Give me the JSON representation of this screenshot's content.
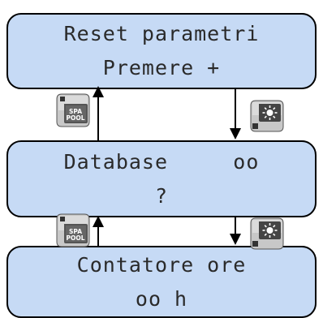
{
  "screens": [
    {
      "lines": [
        "Reset parametri",
        "Premere +"
      ]
    },
    {
      "lines": [
        "Database     oo",
        "?"
      ]
    },
    {
      "lines": [
        "Contatore ore",
        "oo h"
      ]
    }
  ],
  "buttons": {
    "spa_pool": {
      "line1": "SPA",
      "line2": "POOL",
      "color": "#b8b8b8"
    },
    "light": {
      "color": "#b8b8b8"
    }
  },
  "colors": {
    "screen_bg": "#c6daf5",
    "outline": "#000000"
  }
}
